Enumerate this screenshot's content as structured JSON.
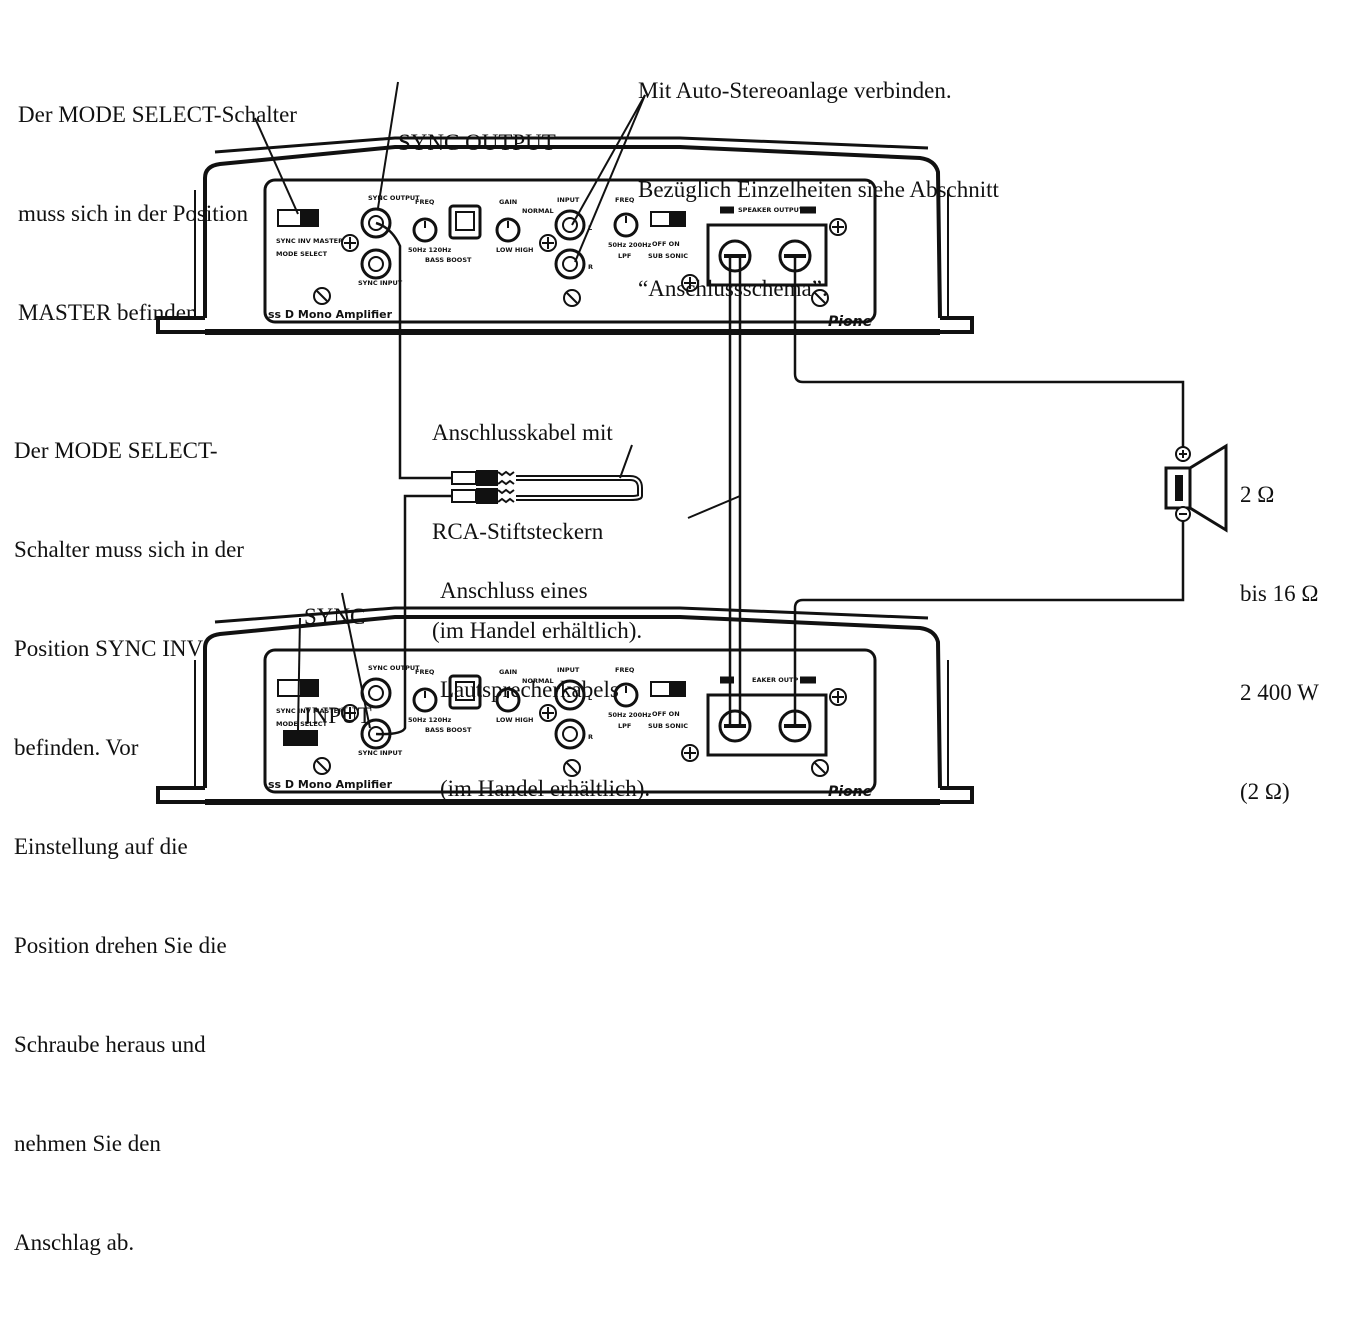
{
  "callouts": {
    "top_left": [
      "Der MODE SELECT-Schalter",
      "muss sich in der Position",
      "MASTER befinden."
    ],
    "sync_output": [
      "SYNC OUTPUT"
    ],
    "top_right": [
      "Mit Auto-Stereoanlage verbinden.",
      "Bezüglich Einzelheiten siehe Abschnitt",
      "“Anschlussschema”."
    ],
    "left_middle": [
      "Der MODE SELECT-",
      "Schalter muss sich in der",
      "Position SYNC INV",
      "befinden. Vor",
      "Einstellung auf die",
      "Position drehen Sie die",
      "Schraube heraus und",
      "nehmen Sie den",
      "Anschlag ab."
    ],
    "sync_input": [
      "SYNC",
      "INPUT"
    ],
    "rca_cable": [
      "Anschlusskabel mit",
      "RCA-Stiftsteckern",
      "(im Handel erhältlich)."
    ],
    "speaker_cable": [
      "Anschluss eines",
      "Lautsprecherkabels",
      "(im Handel erhältlich)."
    ],
    "speaker_spec": [
      "2 Ω",
      "bis 16 Ω",
      "2 400 W",
      "(2 Ω)"
    ]
  },
  "panel": {
    "sync_output": "SYNC OUTPUT",
    "sync_input": "SYNC INPUT",
    "mode_select": "MODE SELECT",
    "mode_positions": "SYNC INV MASTER",
    "freq": "FREQ",
    "freq_range_bass": "50Hz 120Hz",
    "bass_boost": "BASS BOOST",
    "gain": "GAIN",
    "gain_normal": "NORMAL",
    "gain_range": "LOW HIGH",
    "input": "INPUT",
    "input_l": "L",
    "input_r": "R",
    "freq_range_lpf": "50Hz 200Hz",
    "lpf": "LPF",
    "sub_sonic": "SUB SONIC",
    "sub_sonic_switch": "OFF ON",
    "speaker_output": "SPEAKER OUTPUT",
    "speaker_output_partial": "EAKER OUTP",
    "model": "ss D Mono Amplifier",
    "brand": "Pione"
  }
}
